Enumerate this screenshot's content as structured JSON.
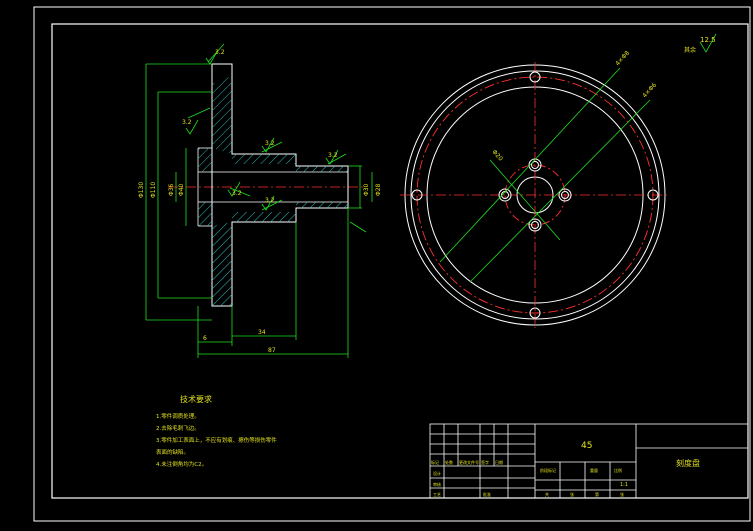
{
  "drawing": {
    "part_name": "刻度盘",
    "material": "45",
    "scale": "1:1",
    "roughness_default": "12.5",
    "roughness_default_label": "其余"
  },
  "notes": {
    "title": "技术要求",
    "lines": [
      "1.零件调质处理。",
      "2.去除毛刺飞边。",
      "3.零件加工表面上，不应有划痕、擦伤等损伤零件",
      "  表面的缺陷。",
      "4.未注倒角均为C2。"
    ]
  },
  "section_view": {
    "roughness_marks": [
      "3.2",
      "3.2",
      "3.2",
      "3.2",
      "3.2",
      "3.2"
    ],
    "diameter_labels": [
      "Φ130",
      "Φ110",
      "Φ40",
      "Φ36",
      "Φ30",
      "Φ28"
    ],
    "length_dims": [
      "6",
      "34",
      "87"
    ]
  },
  "front_view": {
    "callouts": [
      "4×Φ8",
      "4×Φ6",
      "Φ20"
    ]
  },
  "title_block": {
    "header_cells": [
      "标记",
      "处数",
      "更改文件号",
      "签字",
      "日期"
    ],
    "row_labels": [
      "设计",
      "审核",
      "工艺",
      "批准"
    ],
    "right_labels": [
      "阶段标记",
      "重量",
      "比例"
    ],
    "bottom_labels": [
      "共",
      "张",
      "第",
      "张"
    ]
  }
}
